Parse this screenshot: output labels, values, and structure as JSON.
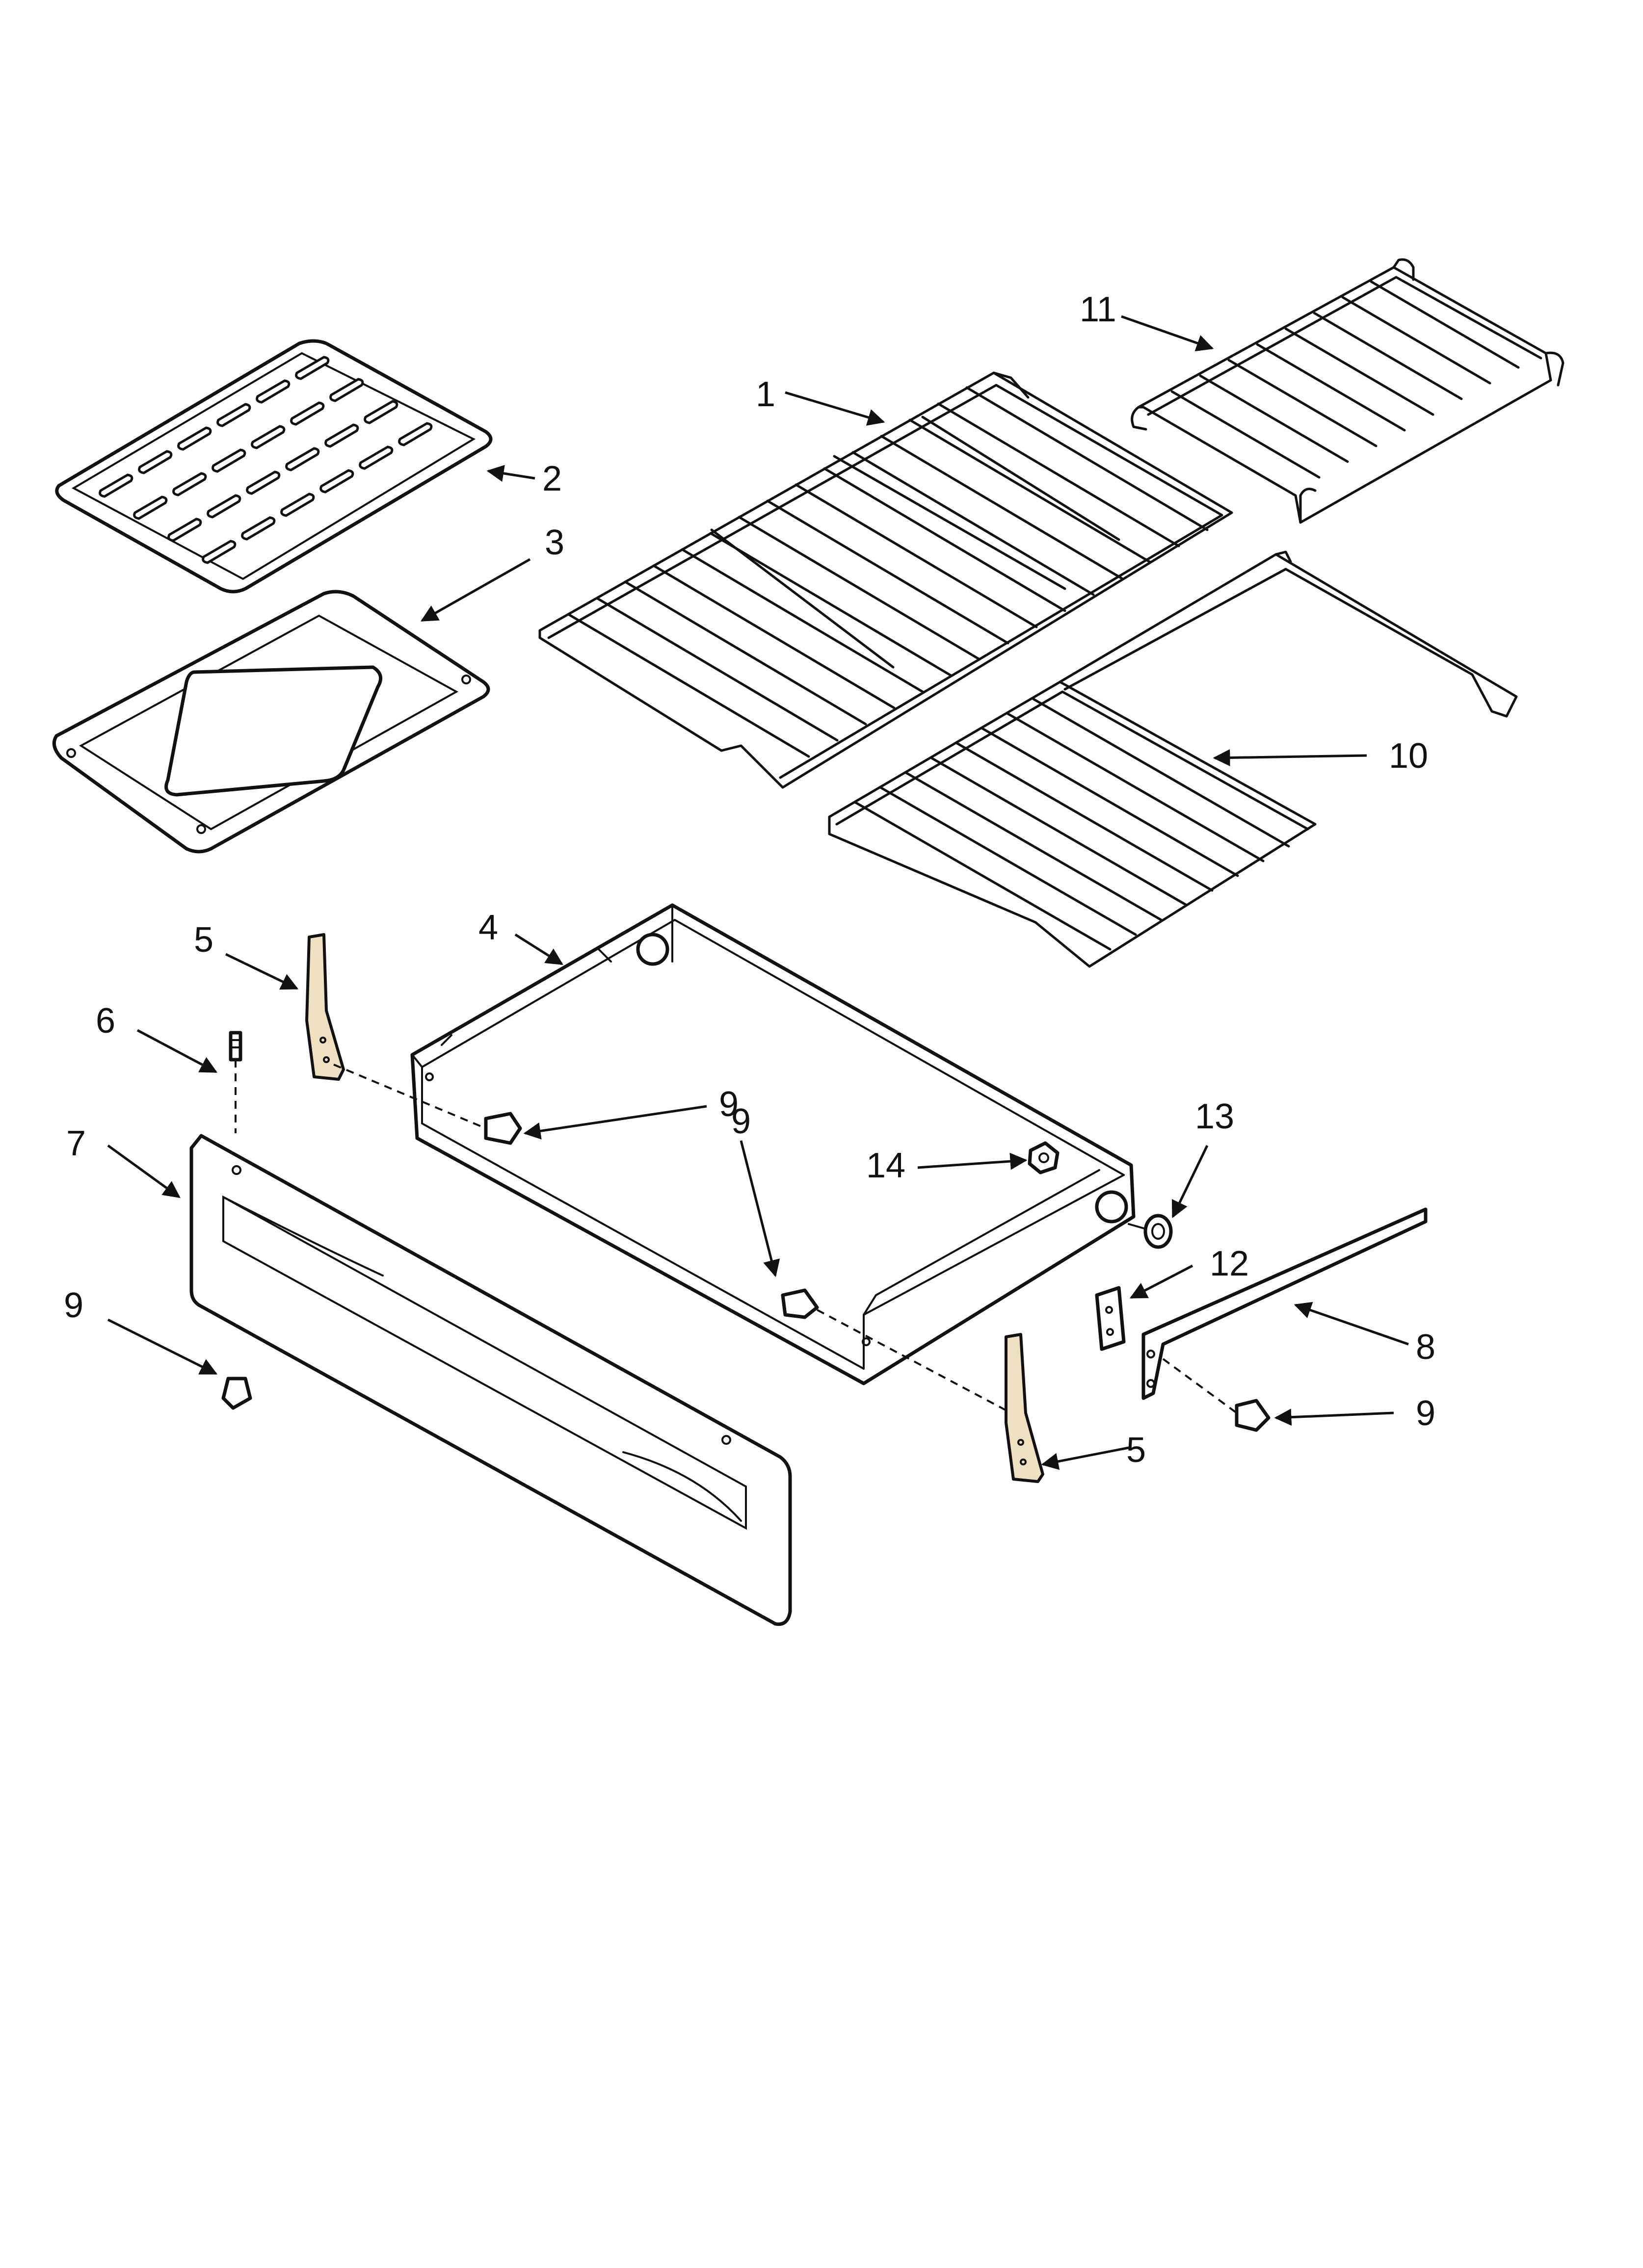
{
  "diagram": {
    "callouts": [
      {
        "id": "c1",
        "label": "1"
      },
      {
        "id": "c2",
        "label": "2"
      },
      {
        "id": "c3",
        "label": "3"
      },
      {
        "id": "c4",
        "label": "4"
      },
      {
        "id": "c5a",
        "label": "5"
      },
      {
        "id": "c5b",
        "label": "5"
      },
      {
        "id": "c6",
        "label": "6"
      },
      {
        "id": "c7",
        "label": "7"
      },
      {
        "id": "c8",
        "label": "8"
      },
      {
        "id": "c9a",
        "label": "9"
      },
      {
        "id": "c9b",
        "label": "9"
      },
      {
        "id": "c9c",
        "label": "9"
      },
      {
        "id": "c9d",
        "label": "9"
      },
      {
        "id": "c10",
        "label": "10"
      },
      {
        "id": "c11",
        "label": "11"
      },
      {
        "id": "c12",
        "label": "12"
      },
      {
        "id": "c13",
        "label": "13"
      },
      {
        "id": "c14",
        "label": "14"
      }
    ],
    "colors": {
      "line": "#111111",
      "background": "#ffffff",
      "part_fill": "#efe0c2"
    }
  }
}
